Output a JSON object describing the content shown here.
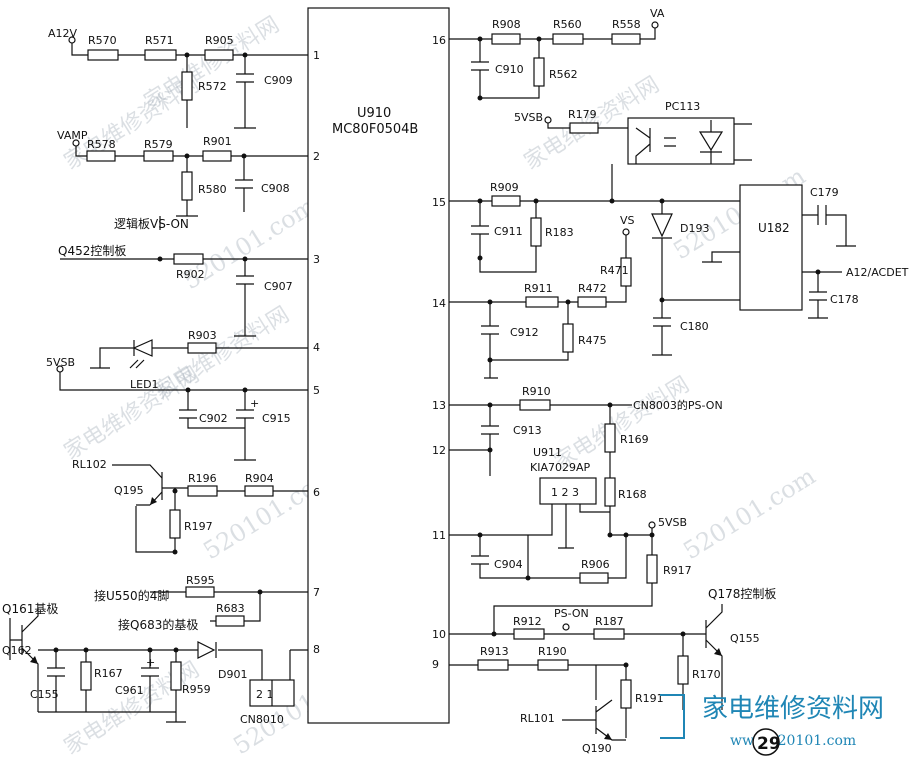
{
  "ic_main": {
    "ref": "U910",
    "part": "MC80F0504B"
  },
  "pins": [
    "1",
    "2",
    "3",
    "4",
    "5",
    "6",
    "7",
    "8",
    "16",
    "15",
    "14",
    "13",
    "12",
    "11",
    "10",
    "9"
  ],
  "rails": {
    "a12v": "A12V",
    "vamp": "VAMP",
    "v5vsb": "5VSB",
    "va": "VA",
    "vs": "VS",
    "v5vsb_b": "5VSB"
  },
  "resistors": {
    "R570": "R570",
    "R571": "R571",
    "R905": "R905",
    "R572": "R572",
    "R578": "R578",
    "R579": "R579",
    "R901": "R901",
    "R580": "R580",
    "R902": "R902",
    "R903": "R903",
    "R196": "R196",
    "R904": "R904",
    "R197": "R197",
    "R595": "R595",
    "R683": "R683",
    "R167": "R167",
    "R959": "R959",
    "R908": "R908",
    "R560": "R560",
    "R558": "R558",
    "R562": "R562",
    "R179": "R179",
    "R909": "R909",
    "R183": "R183",
    "R471": "R471",
    "R911": "R911",
    "R472": "R472",
    "R475": "R475",
    "R910": "R910",
    "R169": "R169",
    "R168": "R168",
    "R906": "R906",
    "R917": "R917",
    "R912": "R912",
    "R187": "R187",
    "R913": "R913",
    "R190": "R190",
    "R191": "R191",
    "R170": "R170"
  },
  "capacitors": {
    "C909": "C909",
    "C908": "C908",
    "C907": "C907",
    "C902": "C902",
    "C915": "C915",
    "C155": "C155",
    "C961": "C961",
    "C910": "C910",
    "C911": "C911",
    "C912": "C912",
    "C180": "C180",
    "C179": "C179",
    "C178": "C178",
    "C913": "C913",
    "C904": "C904"
  },
  "semis": {
    "LED1": "LED1",
    "D901": "D901",
    "D193": "D193",
    "PC113": "PC113",
    "U182": "U182",
    "Q195": "Q195",
    "Q162": "Q162",
    "Q190": "Q190",
    "Q155": "Q155",
    "U911": "U911",
    "U911_part": "KIA7029AP",
    "U911_pins": "1 2 3",
    "CN8010": "CN8010",
    "CN8010_pins": "2   1"
  },
  "annotations": {
    "logic_vs_on": "逻辑板VS-ON",
    "q452": "Q452控制板",
    "rl102": "RL102",
    "u550": "接U550的4脚",
    "q683": "接Q683的基极",
    "q161": "Q161基极",
    "cn8003": "CN8003的PS-ON",
    "a12_acdet": "A12/ACDET",
    "ps_on": "PS-ON",
    "q178": "Q178控制板",
    "rl101": "RL101"
  },
  "watermark": {
    "cn": "家电维修资料网",
    "num": "520101.com"
  },
  "brand": {
    "name": "家电维修资料网",
    "url": "www.520101.com"
  },
  "page_number": "29"
}
